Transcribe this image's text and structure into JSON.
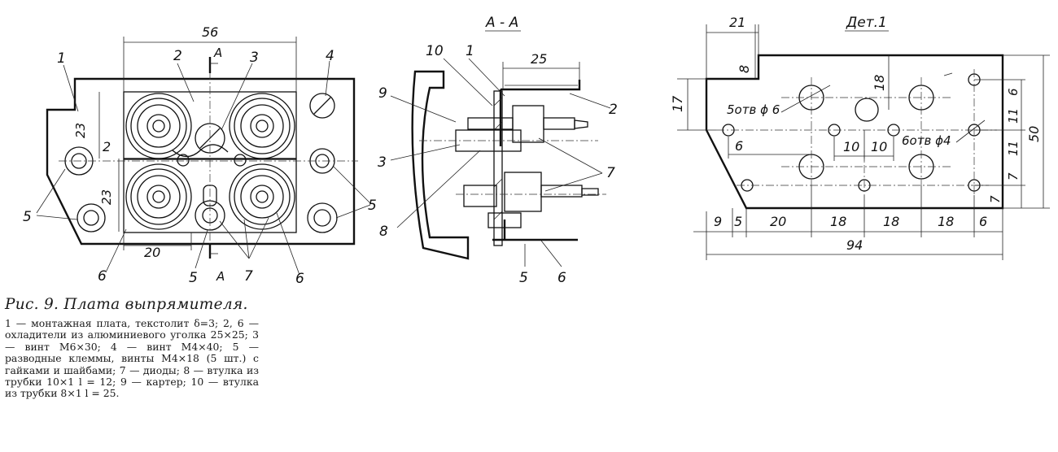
{
  "figure": {
    "title": "Рис. 9. Плата выпрямителя.",
    "legend": "1 — монтажная плата, текстолит δ=3; 2, 6 — охладители из алюминиевого уголка 25×25; 3 — винт М6×30; 4 — винт М4×40; 5 — разводные клеммы, винты М4×18 (5 шт.) с гайками и шайбами; 7 — диоды; 8 — втулка из трубки 10×1 l = 12; 9 — картер; 10 — втулка из трубки 8×1 l = 25."
  },
  "views": {
    "plan": {
      "callouts": [
        "1",
        "2",
        "3",
        "4",
        "5",
        "5",
        "6",
        "6",
        "7",
        "2",
        "5"
      ],
      "section_marks": [
        "A",
        "A"
      ],
      "dims": [
        "56",
        "23",
        "23",
        "20"
      ]
    },
    "section": {
      "title": "А - А",
      "callouts": [
        "10",
        "1",
        "9",
        "2",
        "3",
        "7",
        "8",
        "5",
        "6"
      ],
      "dims": [
        "25"
      ]
    },
    "detail": {
      "title": "Дет.1",
      "dims_top": [
        "21",
        "8",
        "17",
        "18"
      ],
      "hole_notes": [
        "5отв ϕ 6",
        "6отв ϕ4"
      ],
      "dims_inner": [
        "6",
        "10",
        "10"
      ],
      "dims_right": [
        "6",
        "11",
        "11",
        "7",
        "7",
        "50"
      ],
      "dims_bottom": [
        "9",
        "5",
        "20",
        "18",
        "18",
        "18",
        "6"
      ],
      "dims_total": [
        "94"
      ]
    }
  }
}
